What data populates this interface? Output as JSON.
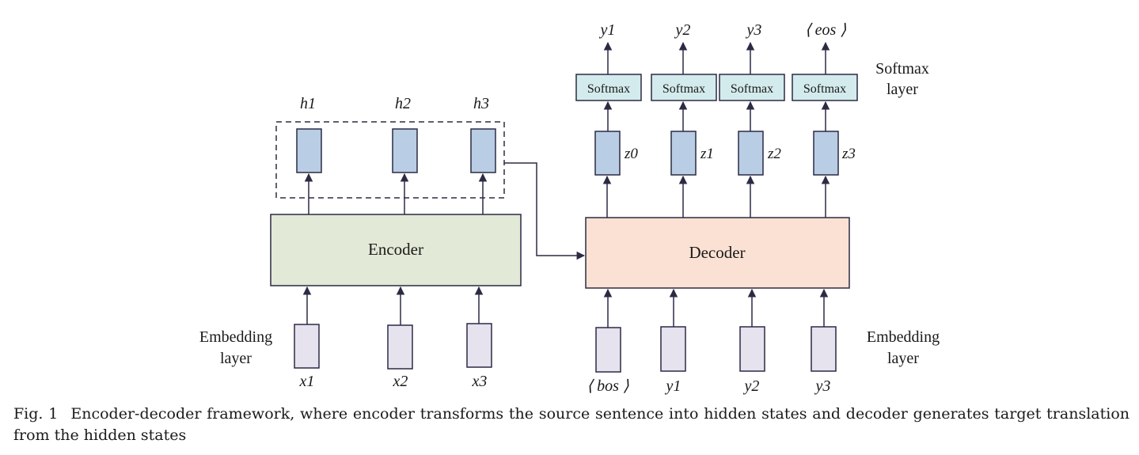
{
  "caption": {
    "label": "Fig. 1",
    "text": "Encoder-decoder framework, where encoder transforms the source sentence into hidden states and decoder generates target translation from the hidden states"
  },
  "encoder": {
    "label": "Encoder",
    "hidden_states": [
      "h1",
      "h2",
      "h3"
    ],
    "embedding_label_line1": "Embedding",
    "embedding_label_line2": "layer",
    "inputs": [
      "x1",
      "x2",
      "x3"
    ]
  },
  "decoder": {
    "label": "Decoder",
    "states": [
      "z0",
      "z1",
      "z2",
      "z3"
    ],
    "softmax_label": "Softmax",
    "softmax_layer_line1": "Softmax",
    "softmax_layer_line2": "layer",
    "outputs": [
      "y1",
      "y2",
      "y3",
      "⟨ eos ⟩"
    ],
    "embedding_label_line1": "Embedding",
    "embedding_label_line2": "layer",
    "inputs": [
      "⟨ bos ⟩",
      "y1",
      "y2",
      "y3"
    ]
  },
  "colors": {
    "encoder_fill": "#e2e9d6",
    "decoder_fill": "#fbe1d3",
    "hidden_fill": "#b9cde4",
    "softmax_fill": "#d3ebec",
    "embedding_fill": "#e6e2ee",
    "line": "#2b2b45"
  }
}
